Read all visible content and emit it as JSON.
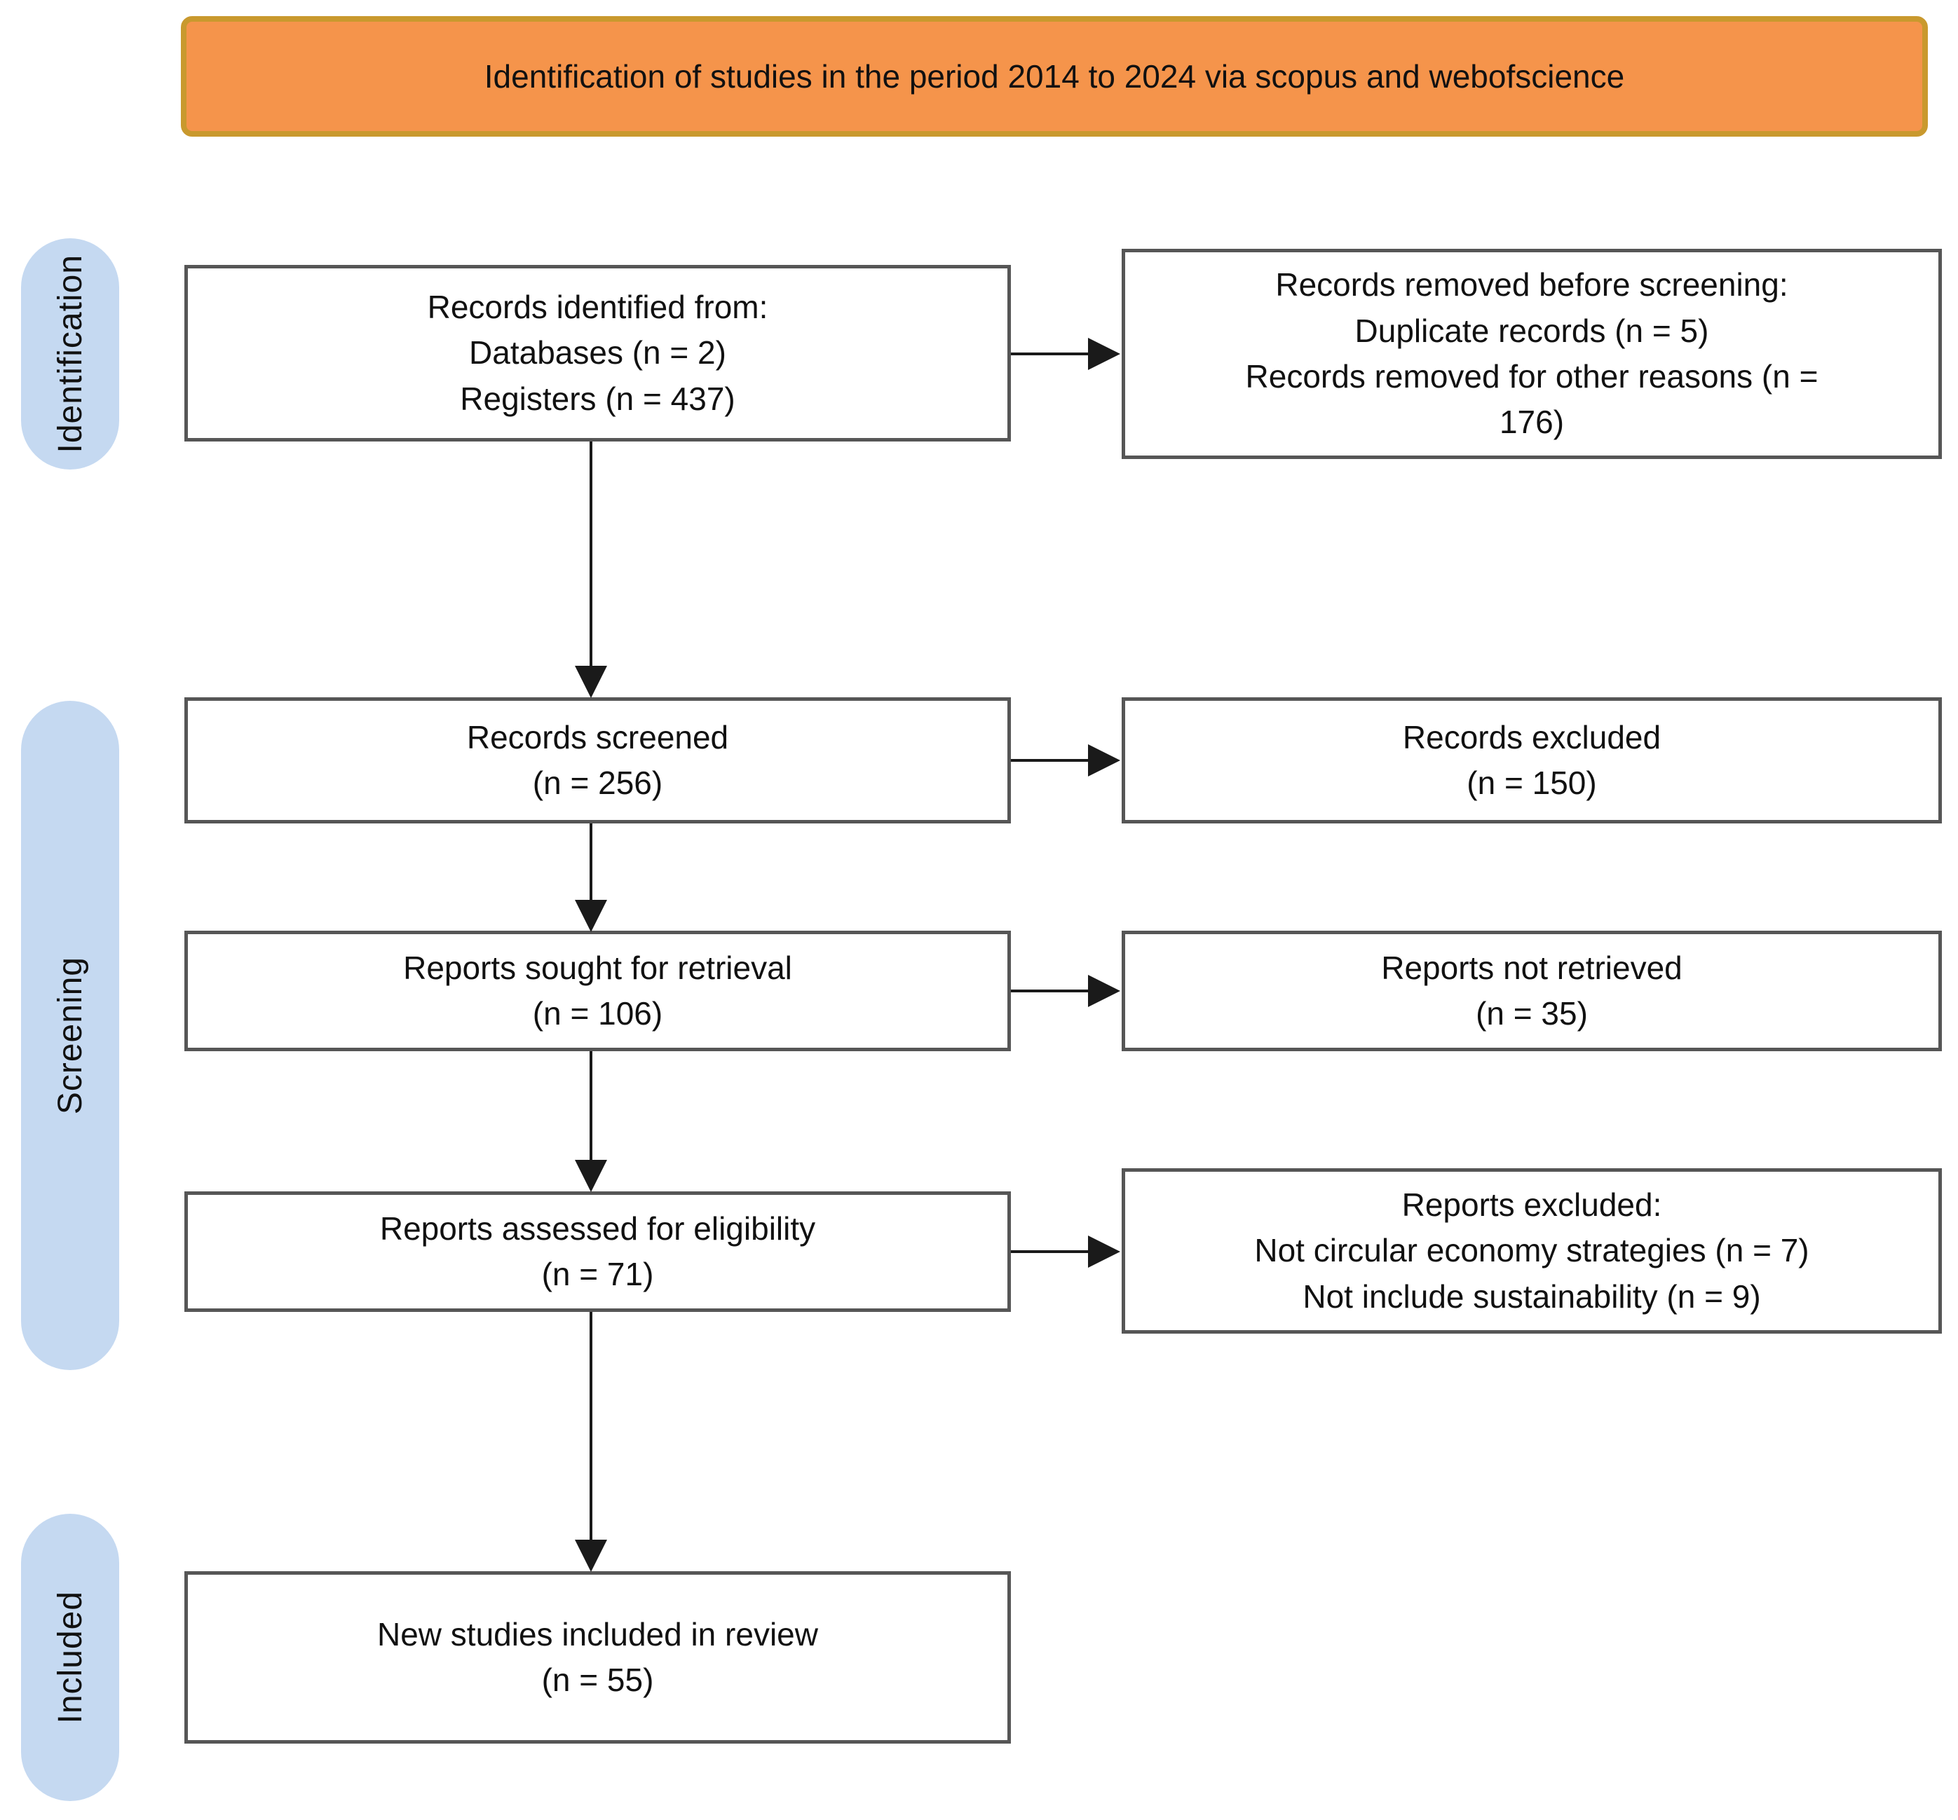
{
  "banner": {
    "label": "Identification of studies in the period 2014 to 2024 via scopus and webofscience"
  },
  "stages": {
    "identification": "Identification",
    "screening": "Screening",
    "included": "Included"
  },
  "boxes": {
    "records_identified": {
      "lines": [
        "Records identified from:",
        "Databases (n = 2)",
        "Registers (n = 437)"
      ],
      "n_databases": 2,
      "n_registers": 437
    },
    "records_removed": {
      "lines": [
        "Records removed before screening:",
        "Duplicate records (n = 5)",
        "Records removed for other reasons (n =",
        "176)"
      ],
      "n_duplicates": 5,
      "n_other_reasons": 176
    },
    "records_screened": {
      "lines": [
        "Records screened",
        "(n = 256)"
      ],
      "n": 256
    },
    "records_excluded": {
      "lines": [
        "Records excluded",
        "(n = 150)"
      ],
      "n": 150
    },
    "reports_sought": {
      "lines": [
        "Reports sought for retrieval",
        "(n = 106)"
      ],
      "n": 106
    },
    "reports_not_retrieved": {
      "lines": [
        "Reports not retrieved",
        "(n = 35)"
      ],
      "n": 35
    },
    "reports_assessed": {
      "lines": [
        "Reports assessed for eligibility",
        "(n = 71)"
      ],
      "n": 71
    },
    "reports_excluded": {
      "lines": [
        "Reports excluded:",
        "Not circular economy strategies (n = 7)",
        "Not include sustainability (n = 9)"
      ],
      "n_not_circular": 7,
      "n_not_sustainability": 9
    },
    "new_studies_included": {
      "lines": [
        "New studies included in review",
        "(n = 55)"
      ],
      "n": 55
    }
  },
  "colors": {
    "banner_fill": "#F5944B",
    "banner_border": "#C9992E",
    "stage_fill": "#C5D9F1",
    "box_border": "#565656",
    "arrow": "#1a1a1a"
  }
}
